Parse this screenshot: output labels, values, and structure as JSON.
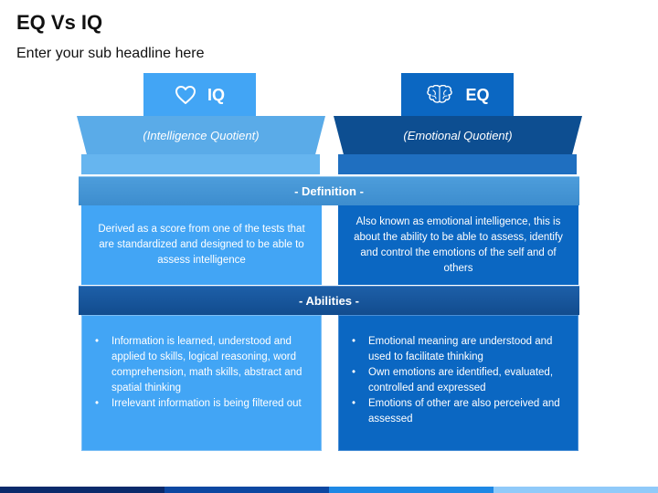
{
  "header": {
    "title": "EQ Vs IQ",
    "subtitle": "Enter your sub headline here"
  },
  "iq": {
    "tab_label": "IQ",
    "icon": "heart-icon",
    "subtitle": "(Intelligence Quotient)",
    "definition": "Derived as a score from one of the tests that are standardized and designed to be able to assess intelligence",
    "abilities": [
      "Information is learned, understood and applied to skills, logical reasoning, word comprehension, math skills, abstract and spatial thinking",
      "Irrelevant information is being filtered out"
    ],
    "color": "#42a5f5"
  },
  "eq": {
    "tab_label": "EQ",
    "icon": "brain-icon",
    "subtitle": "(Emotional Quotient)",
    "definition": "Also known as emotional intelligence, this is about the ability to be able to assess, identify and control the emotions of the self and of others",
    "abilities": [
      "Emotional meaning are understood and used to facilitate thinking",
      "Own emotions are identified, evaluated, controlled and expressed",
      "Emotions of other are also perceived and assessed"
    ],
    "color": "#0b67c2"
  },
  "sections": {
    "definition_label": "- Definition -",
    "abilities_label": "- Abilities -"
  }
}
